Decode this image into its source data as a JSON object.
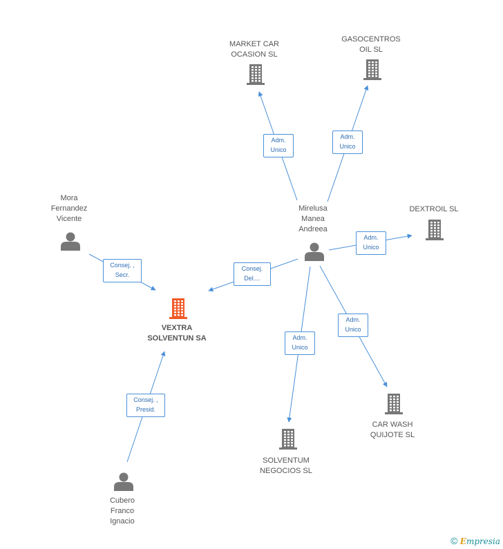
{
  "colors": {
    "edge": "#4a90d9",
    "icon": "#777777",
    "main_icon": "#f05a28"
  },
  "nodes": [
    {
      "id": "vextra",
      "kind": "company",
      "main": true,
      "lines": [
        "VEXTRA",
        "SOLVENTUN SA"
      ]
    },
    {
      "id": "market",
      "kind": "company",
      "lines": [
        "MARKET CAR",
        "OCASION SL"
      ]
    },
    {
      "id": "gasocentros",
      "kind": "company",
      "lines": [
        "GASOCENTROS",
        "OIL SL"
      ]
    },
    {
      "id": "dextroil",
      "kind": "company",
      "lines": [
        "DEXTROIL SL"
      ]
    },
    {
      "id": "carwash",
      "kind": "company",
      "lines": [
        "CAR WASH",
        "QUIJOTE SL"
      ]
    },
    {
      "id": "solventum",
      "kind": "company",
      "lines": [
        "SOLVENTUM",
        "NEGOCIOS SL"
      ]
    },
    {
      "id": "mirelusa",
      "kind": "person",
      "lines": [
        "Mirelusa",
        "Manea",
        "Andreea"
      ]
    },
    {
      "id": "mora",
      "kind": "person",
      "lines": [
        "Mora",
        "Fernandez",
        "Vicente"
      ]
    },
    {
      "id": "cubero",
      "kind": "person",
      "lines": [
        "Cubero",
        "Franco",
        "Ignacio"
      ]
    }
  ],
  "edges": [
    {
      "from": "mirelusa",
      "to": "market",
      "label": [
        "Adm.",
        "Unico"
      ]
    },
    {
      "from": "mirelusa",
      "to": "gasocentros",
      "label": [
        "Adm.",
        "Unico"
      ]
    },
    {
      "from": "mirelusa",
      "to": "dextroil",
      "label": [
        "Adm.",
        "Unico"
      ]
    },
    {
      "from": "mirelusa",
      "to": "carwash",
      "label": [
        "Adm.",
        "Unico"
      ]
    },
    {
      "from": "mirelusa",
      "to": "solventum",
      "label": [
        "Adm.",
        "Unico"
      ]
    },
    {
      "from": "mirelusa",
      "to": "vextra",
      "label": [
        "Consej.",
        "Del...."
      ]
    },
    {
      "from": "mora",
      "to": "vextra",
      "label": [
        "Consej. ,",
        "Secr."
      ]
    },
    {
      "from": "cubero",
      "to": "vextra",
      "label": [
        "Consej. ,",
        "Presid."
      ]
    }
  ],
  "footer": {
    "symbol": "©",
    "brand_initial": "E",
    "brand_rest": "mpresia"
  }
}
